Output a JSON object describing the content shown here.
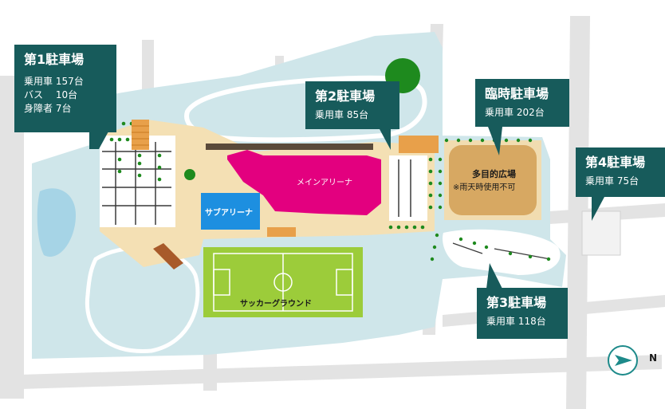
{
  "colors": {
    "ground": "#cfe6ea",
    "road": "#e2e2e2",
    "sand": "#f4e0b4",
    "main_arena": "#e3007f",
    "sub_arena": "#1d8fe0",
    "soccer": "#9ccc3a",
    "multi_field": "#d7a862",
    "tree": "#1e8a1e",
    "callout_bg": "#175b5b"
  },
  "parking": {
    "p1": {
      "title": "第1駐車場",
      "lines": [
        "乗用車 157台",
        "バス　 10台",
        "身障者 7台"
      ]
    },
    "p2": {
      "title": "第2駐車場",
      "lines": [
        "乗用車 85台"
      ]
    },
    "temp": {
      "title": "臨時駐車場",
      "lines": [
        "乗用車 202台"
      ]
    },
    "p4": {
      "title": "第4駐車場",
      "lines": [
        "乗用車 75台"
      ]
    },
    "p3": {
      "title": "第3駐車場",
      "lines": [
        "乗用車 118台"
      ]
    }
  },
  "facilities": {
    "main_arena": "メインアリーナ",
    "sub_arena": "サブアリーナ",
    "soccer_ground": "サッカーグラウンド",
    "multi_field_name": "多目的広場",
    "multi_field_note": "※雨天時使用不可"
  },
  "compass": {
    "label": "N",
    "icon": "north-arrow-icon"
  }
}
